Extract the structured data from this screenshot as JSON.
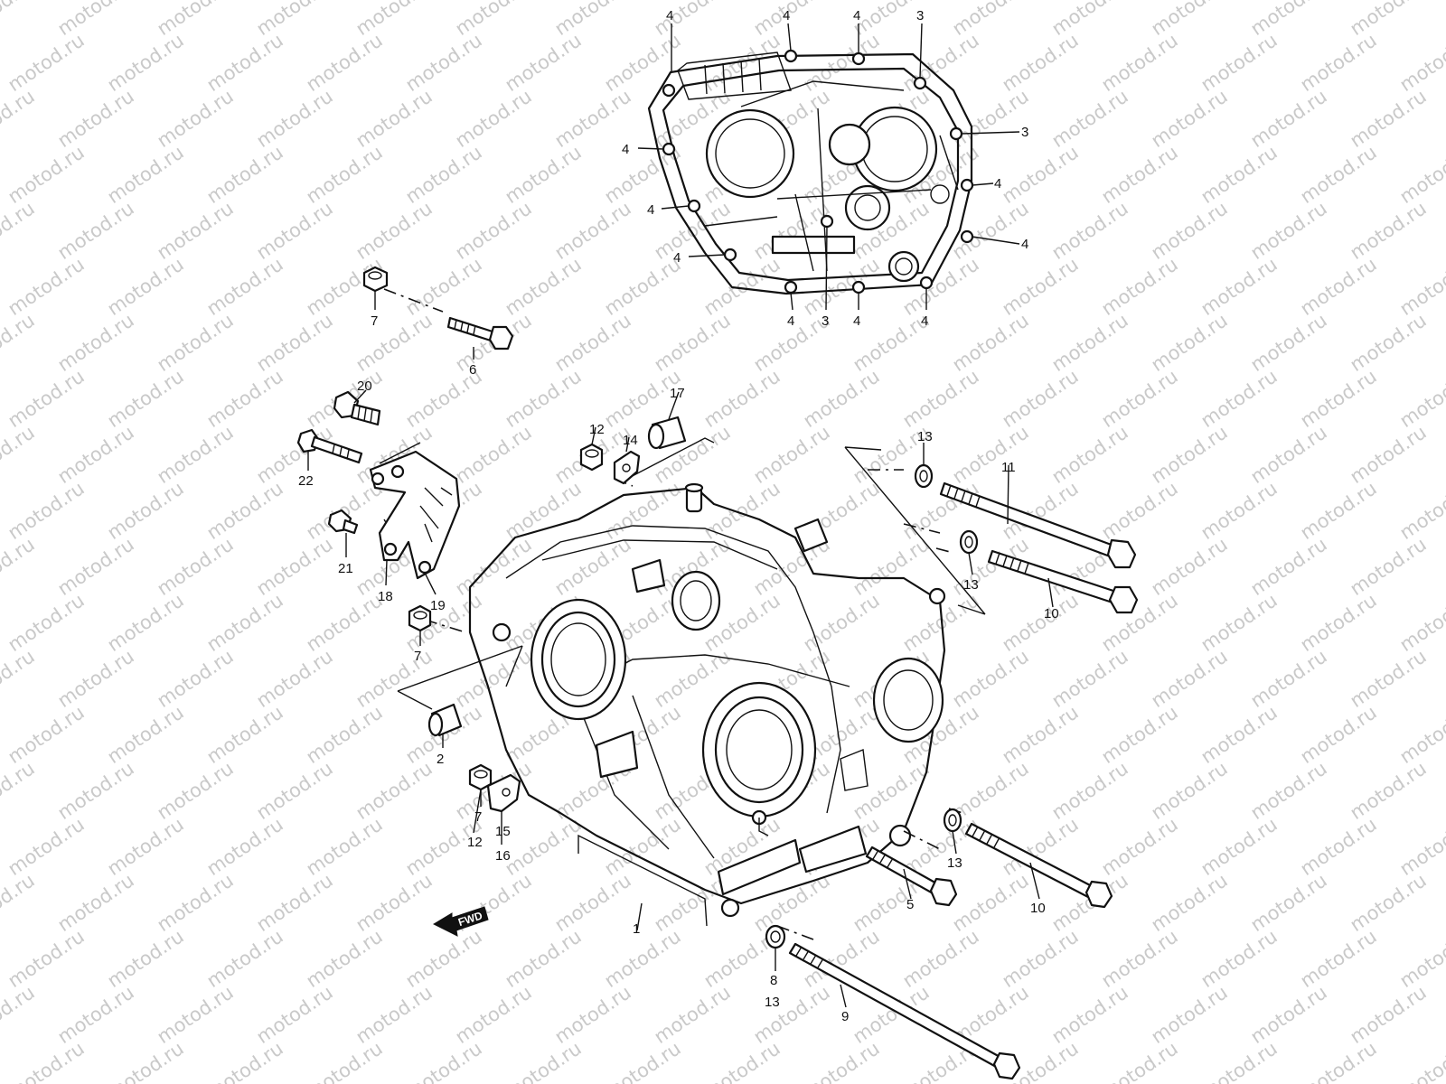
{
  "watermark": {
    "text": "motod.ru"
  },
  "forward_arrow": {
    "text": "FWD"
  },
  "callouts": [
    {
      "id": "c-4-top-1",
      "text": "4"
    },
    {
      "id": "c-4-top-2",
      "text": "4"
    },
    {
      "id": "c-4-top-3",
      "text": "4"
    },
    {
      "id": "c-3-top",
      "text": "3"
    },
    {
      "id": "c-4-left-1",
      "text": "4"
    },
    {
      "id": "c-3-right",
      "text": "3"
    },
    {
      "id": "c-4-left-2",
      "text": "4"
    },
    {
      "id": "c-4-right-1",
      "text": "4"
    },
    {
      "id": "c-4-left-3",
      "text": "4"
    },
    {
      "id": "c-4-right-2",
      "text": "4"
    },
    {
      "id": "c-4-bottom-1",
      "text": "4"
    },
    {
      "id": "c-3-bottom",
      "text": "3"
    },
    {
      "id": "c-4-bottom-2",
      "text": "4"
    },
    {
      "id": "c-4-bottom-3",
      "text": "4"
    },
    {
      "id": "c-7-a",
      "text": "7"
    },
    {
      "id": "c-6",
      "text": "6"
    },
    {
      "id": "c-20",
      "text": "20"
    },
    {
      "id": "c-22",
      "text": "22"
    },
    {
      "id": "c-21",
      "text": "21"
    },
    {
      "id": "c-18",
      "text": "18"
    },
    {
      "id": "c-19",
      "text": "19"
    },
    {
      "id": "c-12-a",
      "text": "12"
    },
    {
      "id": "c-14",
      "text": "14"
    },
    {
      "id": "c-17",
      "text": "17"
    },
    {
      "id": "c-13-a",
      "text": "13"
    },
    {
      "id": "c-11",
      "text": "11"
    },
    {
      "id": "c-13-b",
      "text": "13"
    },
    {
      "id": "c-10-a",
      "text": "10"
    },
    {
      "id": "c-7-b",
      "text": "7"
    },
    {
      "id": "c-2",
      "text": "2"
    },
    {
      "id": "c-7-c",
      "text": "7"
    },
    {
      "id": "c-12-b",
      "text": "12"
    },
    {
      "id": "c-15",
      "text": "15"
    },
    {
      "id": "c-16",
      "text": "16"
    },
    {
      "id": "c-13-c",
      "text": "13"
    },
    {
      "id": "c-5",
      "text": "5"
    },
    {
      "id": "c-10-b",
      "text": "10"
    },
    {
      "id": "c-1",
      "text": "1"
    },
    {
      "id": "c-8",
      "text": "8"
    },
    {
      "id": "c-13-d",
      "text": "13"
    },
    {
      "id": "c-9",
      "text": "9"
    }
  ]
}
